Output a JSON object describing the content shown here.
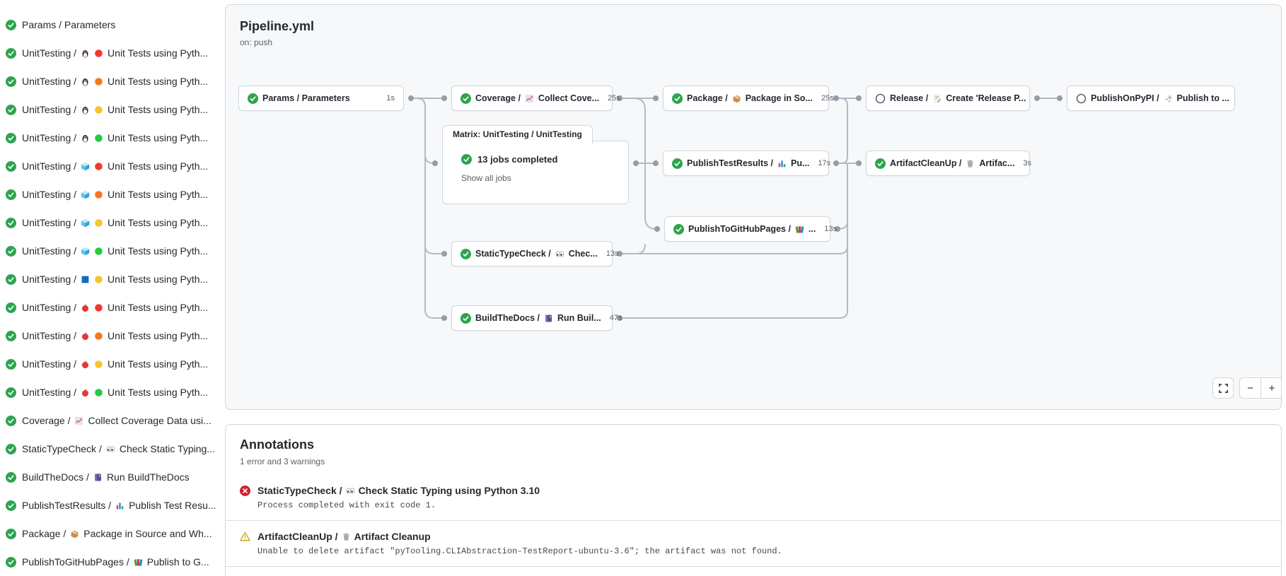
{
  "sidebar": {
    "items": [
      {
        "status": "success",
        "prefix": "Params / Parameters",
        "icons": [],
        "label": ""
      },
      {
        "status": "success",
        "prefix": "UnitTesting /",
        "icons": [
          "penguin-icon",
          "dot-red-icon"
        ],
        "label": "Unit Tests using Pyth..."
      },
      {
        "status": "success",
        "prefix": "UnitTesting /",
        "icons": [
          "penguin-icon",
          "dot-orange-icon"
        ],
        "label": "Unit Tests using Pyth..."
      },
      {
        "status": "success",
        "prefix": "UnitTesting /",
        "icons": [
          "penguin-icon",
          "dot-yellow-icon"
        ],
        "label": "Unit Tests using Pyth..."
      },
      {
        "status": "success",
        "prefix": "UnitTesting /",
        "icons": [
          "penguin-icon",
          "dot-green-icon"
        ],
        "label": "Unit Tests using Pyth..."
      },
      {
        "status": "success",
        "prefix": "UnitTesting /",
        "icons": [
          "cube-icon",
          "dot-red-icon"
        ],
        "label": "Unit Tests using Pyth..."
      },
      {
        "status": "success",
        "prefix": "UnitTesting /",
        "icons": [
          "cube-icon",
          "dot-orange-icon"
        ],
        "label": "Unit Tests using Pyth..."
      },
      {
        "status": "success",
        "prefix": "UnitTesting /",
        "icons": [
          "cube-icon",
          "dot-yellow-icon"
        ],
        "label": "Unit Tests using Pyth..."
      },
      {
        "status": "success",
        "prefix": "UnitTesting /",
        "icons": [
          "cube-icon",
          "dot-green-icon"
        ],
        "label": "Unit Tests using Pyth..."
      },
      {
        "status": "success",
        "prefix": "UnitTesting /",
        "icons": [
          "windows-icon",
          "dot-yellow-icon"
        ],
        "label": "Unit Tests using Pyth..."
      },
      {
        "status": "success",
        "prefix": "UnitTesting /",
        "icons": [
          "apple-icon",
          "dot-red-icon"
        ],
        "label": "Unit Tests using Pyth..."
      },
      {
        "status": "success",
        "prefix": "UnitTesting /",
        "icons": [
          "apple-icon",
          "dot-orange-icon"
        ],
        "label": "Unit Tests using Pyth..."
      },
      {
        "status": "success",
        "prefix": "UnitTesting /",
        "icons": [
          "apple-icon",
          "dot-yellow-icon"
        ],
        "label": "Unit Tests using Pyth..."
      },
      {
        "status": "success",
        "prefix": "UnitTesting /",
        "icons": [
          "apple-icon",
          "dot-green-icon"
        ],
        "label": "Unit Tests using Pyth..."
      },
      {
        "status": "success",
        "prefix": "Coverage /",
        "icons": [
          "chart-icon"
        ],
        "label": "Collect Coverage Data usi..."
      },
      {
        "status": "success",
        "prefix": "StaticTypeCheck /",
        "icons": [
          "eyes-icon"
        ],
        "label": "Check Static Typing..."
      },
      {
        "status": "success",
        "prefix": "BuildTheDocs /",
        "icons": [
          "book-icon"
        ],
        "label": "Run BuildTheDocs"
      },
      {
        "status": "success",
        "prefix": "PublishTestResults /",
        "icons": [
          "bar-chart-icon"
        ],
        "label": "Publish Test Resu..."
      },
      {
        "status": "success",
        "prefix": "Package /",
        "icons": [
          "package-icon"
        ],
        "label": "Package in Source and Wh..."
      },
      {
        "status": "success",
        "prefix": "PublishToGitHubPages /",
        "icons": [
          "books-icon"
        ],
        "label": "Publish to G..."
      }
    ]
  },
  "graph": {
    "title": "Pipeline.yml",
    "trigger": "on: push",
    "nodes": [
      {
        "id": "params",
        "status": "success",
        "prefix": "Params / Parameters",
        "icon": "",
        "label": "",
        "duration": "1s"
      },
      {
        "id": "coverage",
        "status": "success",
        "prefix": "Coverage /",
        "icon": "chart-icon",
        "label": "Collect Cove...",
        "duration": "25s"
      },
      {
        "id": "package",
        "status": "success",
        "prefix": "Package /",
        "icon": "package-icon",
        "label": "Package in So...",
        "duration": "25s"
      },
      {
        "id": "release",
        "status": "skipped",
        "prefix": "Release /",
        "icon": "memo-icon",
        "label": "Create 'Release P...",
        "duration": ""
      },
      {
        "id": "publishOnPyPI",
        "status": "skipped",
        "prefix": "PublishOnPyPI /",
        "icon": "rocket-icon",
        "label": "Publish to ...",
        "duration": ""
      },
      {
        "id": "publishTestResults",
        "status": "success",
        "prefix": "PublishTestResults /",
        "icon": "bar-chart-icon",
        "label": "Pu...",
        "duration": "17s"
      },
      {
        "id": "artifactCleanUp",
        "status": "success",
        "prefix": "ArtifactCleanUp /",
        "icon": "trash-icon",
        "label": "Artifac...",
        "duration": "3s"
      },
      {
        "id": "publishToGitHubPages",
        "status": "success",
        "prefix": "PublishToGitHubPages /",
        "icon": "books-icon",
        "label": "...",
        "duration": "13s"
      },
      {
        "id": "staticTypeCheck",
        "status": "success",
        "prefix": "StaticTypeCheck /",
        "icon": "eyes-icon",
        "label": "Chec...",
        "duration": "13s"
      },
      {
        "id": "buildTheDocs",
        "status": "success",
        "prefix": "BuildTheDocs /",
        "icon": "book-icon",
        "label": "Run Buil...",
        "duration": "47s"
      }
    ],
    "matrix": {
      "tab": "Matrix: UnitTesting / UnitTesting",
      "status": "13 jobs completed",
      "link": "Show all jobs"
    },
    "controls": {
      "zoom_out": "−",
      "zoom_in": "+"
    }
  },
  "annotations": {
    "title": "Annotations",
    "summary": "1 error and 3 warnings",
    "rows": [
      {
        "severity": "error",
        "prefix": "StaticTypeCheck / ",
        "icon": "eyes-icon",
        "label": "Check Static Typing using Python 3.10",
        "message": "Process completed with exit code 1."
      },
      {
        "severity": "warning",
        "prefix": "ArtifactCleanUp / ",
        "icon": "trash-icon",
        "label": "Artifact Cleanup",
        "message": "Unable to delete artifact \"pyTooling.CLIAbstraction-TestReport-ubuntu-3.6\"; the artifact was not found."
      }
    ]
  },
  "colors": {
    "success": "#2da44e",
    "skipped": "#57606a",
    "error": "#cf222e",
    "warning": "#d4a72c",
    "muted": "#57606a",
    "edge": "#b1bac4"
  }
}
